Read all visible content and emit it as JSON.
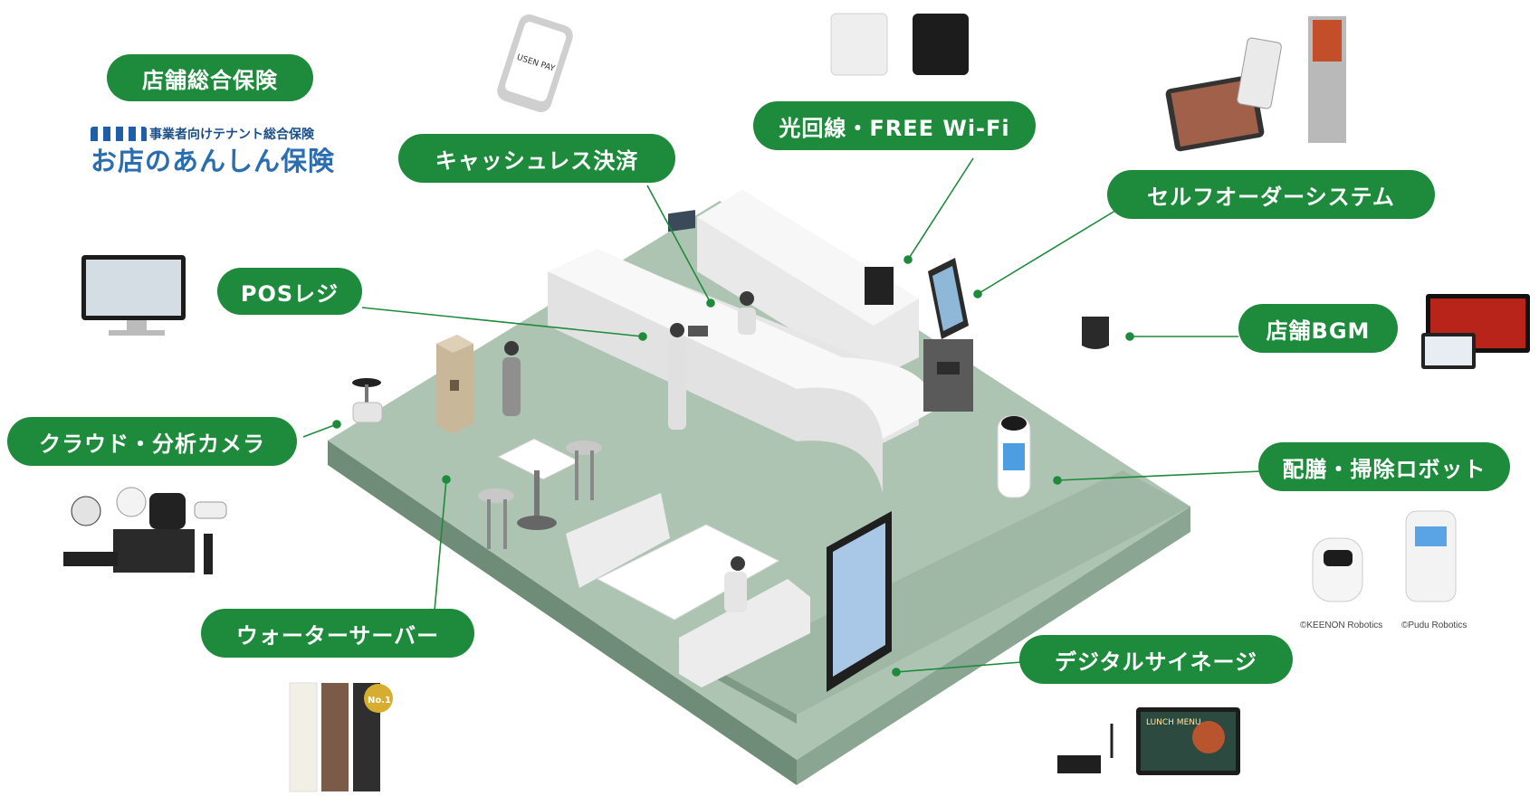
{
  "labels": {
    "insurance": "店舗総合保険",
    "cashless": "キャッシュレス決済",
    "fiber_wifi": "光回線・FREE Wi-Fi",
    "self_order": "セルフオーダーシステム",
    "pos": "POSレジ",
    "bgm": "店舗BGM",
    "camera": "クラウド・分析カメラ",
    "robot": "配膳・掃除ロボット",
    "water": "ウォーターサーバー",
    "signage": "デジタルサイネージ"
  },
  "insurance_brand": {
    "tagline": "事業者向けテナント総合保険",
    "name": "お店のあんしん保険"
  },
  "device_texts": {
    "payment_terminal": "USEN PAY",
    "signage_menu": "LUNCH MENU",
    "water_badge": "No.1"
  },
  "credits": {
    "keenon": "©KEENON Robotics",
    "pudu": "©Pudu Robotics"
  },
  "colors": {
    "label_green": "#1e8a3c",
    "floor_green": "#a9bfae",
    "floor_side": "#6f8c78",
    "furniture": "#f0f0f0"
  }
}
